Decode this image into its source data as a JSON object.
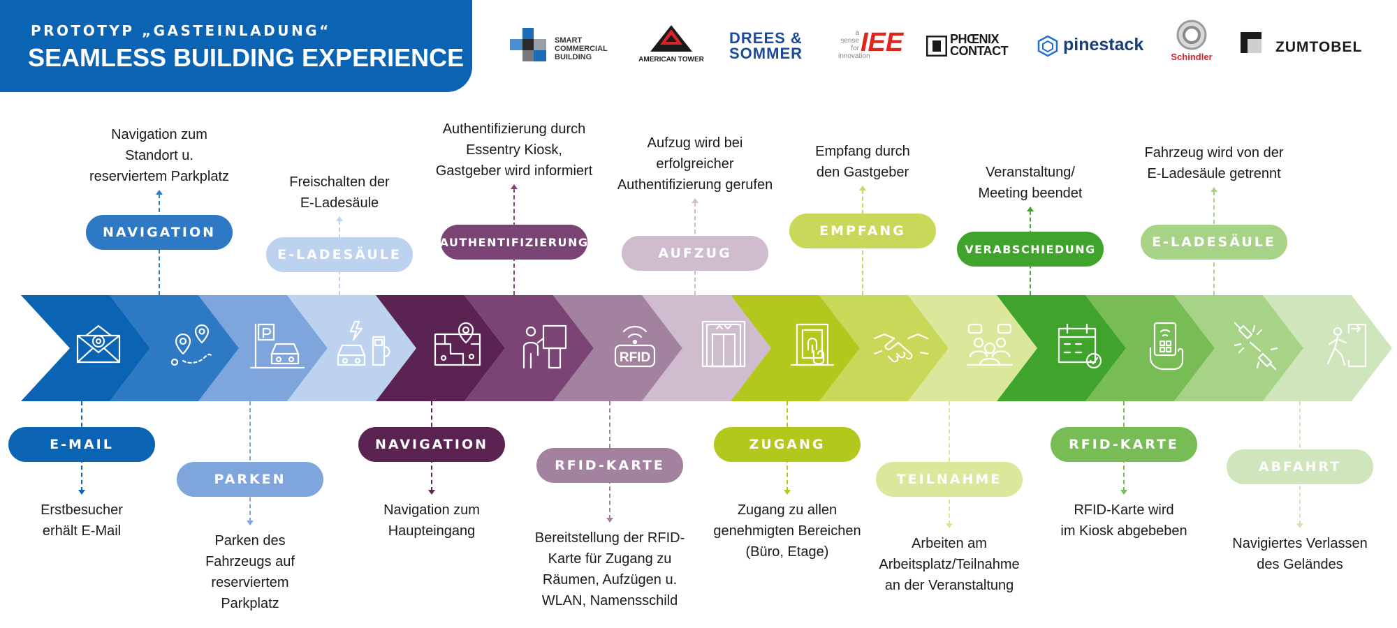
{
  "header": {
    "subtitle": "PROTOTYP „GASTEINLADUNG“",
    "title": "SEAMLESS BUILDING EXPERIENCE"
  },
  "logos": {
    "smart_commercial_building": [
      "SMART",
      "COMMERCIAL",
      "BUILDING"
    ],
    "american_tower": "AMERICAN TOWER",
    "drees_sommer": [
      "DREES &",
      "SOMMER"
    ],
    "iee_tagline": [
      "a",
      "sense",
      "for",
      "innovation"
    ],
    "iee": "IEE",
    "phoenix_contact": [
      "PHŒNIX",
      "CONTACT"
    ],
    "pinestack": "pinestack",
    "schindler": "Schindler",
    "zumtobel": "ZUMTOBEL"
  },
  "colors": {
    "header_blue": "#0b63b4",
    "steps": [
      "#0b63b4",
      "#2e79c4",
      "#7ea5dc",
      "#bcd2ef",
      "#5a2352",
      "#7a4574",
      "#a3829f",
      "#cfbcce",
      "#b2c81c",
      "#c8d95a",
      "#dbe79a",
      "#40a42c",
      "#77bc55",
      "#a7d387",
      "#cfe6bd"
    ]
  },
  "steps": [
    {
      "icon": "email-icon",
      "color": "#0b63b4",
      "pill": {
        "label": "E-MAIL",
        "color": "#0b63b4",
        "position": "below"
      },
      "description": [
        "Erstbesucher",
        "erhält E-Mail"
      ]
    },
    {
      "icon": "route-pins-icon",
      "color": "#2e79c4",
      "pill": {
        "label": "NAVIGATION",
        "color": "#2e79c4",
        "position": "above"
      },
      "description": [
        "Navigation zum",
        "Standort u.",
        "reserviertem Parkplatz"
      ]
    },
    {
      "icon": "parking-car-icon",
      "color": "#7ea5dc",
      "pill": {
        "label": "PARKEN",
        "color": "#7ea5dc",
        "position": "below"
      },
      "description": [
        "Parken des",
        "Fahrzeugs auf",
        "reserviertem",
        "Parkplatz"
      ]
    },
    {
      "icon": "ev-charging-icon",
      "color": "#bcd2ef",
      "pill": {
        "label": "E-LADESÄULE",
        "color": "#bcd2ef",
        "position": "above"
      },
      "description": [
        "Freischalten der",
        "E-Ladesäule"
      ]
    },
    {
      "icon": "floor-map-icon",
      "color": "#5a2352",
      "pill": {
        "label": "NAVIGATION",
        "color": "#5a2352",
        "position": "below"
      },
      "description": [
        "Navigation zum",
        "Haupteingang"
      ]
    },
    {
      "icon": "kiosk-person-icon",
      "color": "#7a4574",
      "pill": {
        "label": "AUTHENTIFIZIERUNG",
        "color": "#7a4574",
        "position": "above"
      },
      "description": [
        "Authentifizierung durch",
        "Essentry Kiosk,",
        "Gastgeber wird informiert"
      ]
    },
    {
      "icon": "rfid-icon",
      "color": "#a3829f",
      "icon_text": "RFID",
      "pill": {
        "label": "RFID-KARTE",
        "color": "#a3829f",
        "position": "below"
      },
      "description": [
        "Bereitstellung der RFID-",
        "Karte für Zugang zu",
        "Räumen, Aufzügen u.",
        "WLAN, Namensschild"
      ]
    },
    {
      "icon": "elevator-icon",
      "color": "#cfbcce",
      "pill": {
        "label": "AUFZUG",
        "color": "#cfbcce",
        "position": "above"
      },
      "description": [
        "Aufzug wird bei",
        "erfolgreicher",
        "Authentifizierung gerufen"
      ]
    },
    {
      "icon": "fingerprint-door-icon",
      "color": "#b2c81c",
      "pill": {
        "label": "ZUGANG",
        "color": "#b2c81c",
        "position": "below"
      },
      "description": [
        "Zugang zu allen",
        "genehmigten Bereichen",
        "(Büro, Etage)"
      ]
    },
    {
      "icon": "handshake-icon",
      "color": "#c8d95a",
      "pill": {
        "label": "EMPFANG",
        "color": "#c8d95a",
        "position": "above"
      },
      "description": [
        "Empfang durch",
        "den Gastgeber"
      ]
    },
    {
      "icon": "meeting-icon",
      "color": "#dbe79a",
      "pill": {
        "label": "TEILNAHME",
        "color": "#dbe79a",
        "position": "below"
      },
      "description": [
        "Arbeiten am",
        "Arbeitsplatz/Teilnahme",
        "an der Veranstaltung"
      ]
    },
    {
      "icon": "calendar-check-icon",
      "color": "#40a42c",
      "pill": {
        "label": "VERABSCHIEDUNG",
        "color": "#40a42c",
        "position": "above"
      },
      "description": [
        "Veranstaltung/",
        "Meeting beendet"
      ]
    },
    {
      "icon": "rfid-card-hand-icon",
      "color": "#77bc55",
      "pill": {
        "label": "RFID-KARTE",
        "color": "#77bc55",
        "position": "below"
      },
      "description": [
        "RFID-Karte wird",
        "im Kiosk abgebeben"
      ]
    },
    {
      "icon": "unplug-icon",
      "color": "#a7d387",
      "pill": {
        "label": "E-LADESÄULE",
        "color": "#a7d387",
        "position": "above"
      },
      "description": [
        "Fahrzeug wird von der",
        "E-Ladesäule getrennt"
      ]
    },
    {
      "icon": "exit-door-icon",
      "color": "#cfe6bd",
      "pill": {
        "label": "ABFAHRT",
        "color": "#cfe6bd",
        "position": "below"
      },
      "description": [
        "Navigiertes Verlassen",
        "des Geländes"
      ]
    }
  ]
}
